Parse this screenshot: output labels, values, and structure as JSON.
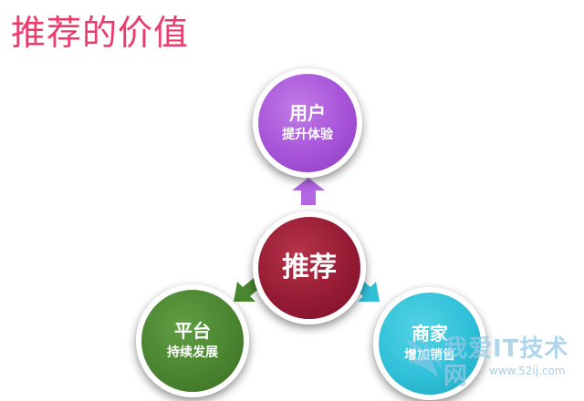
{
  "title": "推荐的价值",
  "center": {
    "label": "推荐"
  },
  "nodes": {
    "user": {
      "label": "用户",
      "sub": "提升体验"
    },
    "platform": {
      "label": "平台",
      "sub": "持续发展"
    },
    "merchant": {
      "label": "商家",
      "sub": "增加销售"
    }
  },
  "colors": {
    "title": "#ec3b6a",
    "user": "#a653d8",
    "center": "#951b34",
    "platform": "#4a8530",
    "merchant": "#2fc0d8"
  },
  "watermark": {
    "text": "我爱IT技术网",
    "url": "www.52ij.com"
  }
}
